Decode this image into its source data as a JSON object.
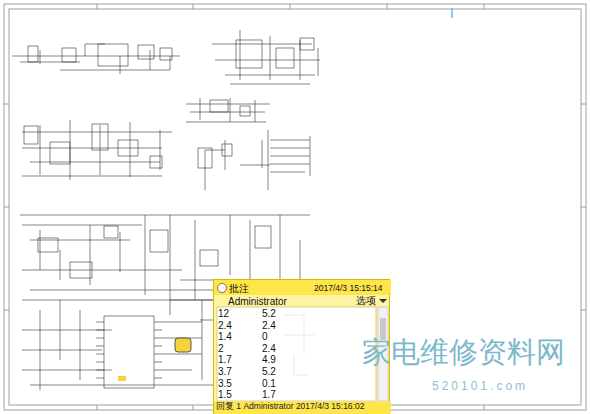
{
  "diagram": {
    "nodes": [
      {
        "text": [
          "批注",
          "2017/4/3 15:15:14",
          "Administrator",
          "选项"
        ]
      }
    ],
    "labels": [
      "12",
      "5.2",
      "2.4",
      "2.4",
      "1.4",
      "0",
      "2",
      "2.4",
      "1.7",
      "4.9",
      "3.7",
      "5.2",
      "3.5",
      "0.1",
      "1.5",
      "1.7",
      "回复 1 Administrator 2017/4/3 15:16:02",
      "家电维修资料网",
      "520101.com"
    ]
  }
}
